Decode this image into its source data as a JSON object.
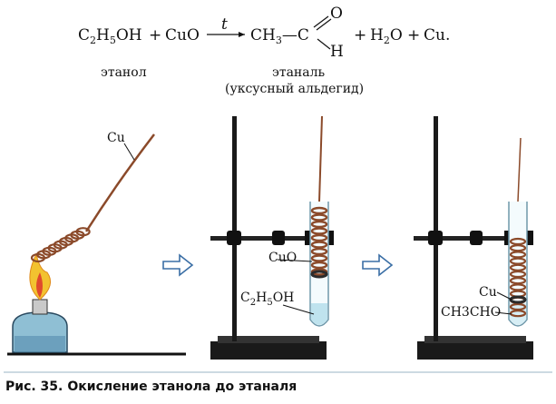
{
  "equation": {
    "ethanol_formula": "C",
    "ethanol_sub1": "2",
    "ethanol_mid": "H",
    "ethanol_sub2": "5",
    "ethanol_end": "OH",
    "plus1": "+",
    "reagent": "CuO",
    "arrow_condition": "t",
    "product_left": "CH",
    "product_sub": "3",
    "product_dash": "—C",
    "oxygen": "O",
    "hydrogen": "H",
    "plus2": "+",
    "water": "H",
    "water_sub": "2",
    "water_end": "O",
    "plus3": "+",
    "copper": "Cu."
  },
  "names": {
    "ethanol": "этанол",
    "ethanal": "этаналь",
    "ethanal_alt": "(уксусный альдегид)"
  },
  "labels": {
    "cu_wire": "Cu",
    "cuo": "CuO",
    "ethanol_in_tube": "C",
    "ethanol_in_tube_sub1": "2",
    "ethanol_in_tube_mid": "H",
    "ethanol_in_tube_sub2": "5",
    "ethanol_in_tube_end": "OH",
    "cu_in_tube": "Cu",
    "acetaldehyde": "CH3CHO"
  },
  "caption": {
    "number": "Рис. 35.",
    "text": "Окисление этанола до этаналя"
  },
  "colors": {
    "copper": "#8b4a2a",
    "oxide": "#2b2b2b",
    "liquid": "#bfe3ee",
    "flame": "#f2c230",
    "burner": "#7fb2c9",
    "stand": "#1a1a1a",
    "arrow": "#3a6ea5"
  }
}
